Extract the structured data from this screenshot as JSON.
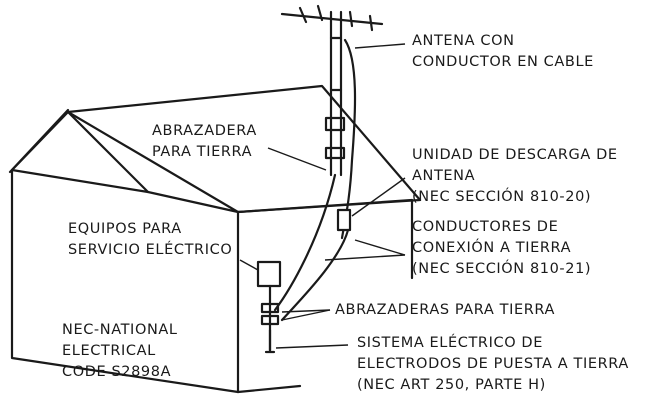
{
  "labels": {
    "antenna_lead": [
      "ANTENA CON",
      "CONDUCTOR EN CABLE"
    ],
    "ground_clamp": [
      "ABRAZADERA",
      "PARA TIERRA"
    ],
    "discharge_unit": [
      "UNIDAD DE DESCARGA DE",
      "ANTENA",
      "(NEC SECCIÓN 810-20)"
    ],
    "grounding_conductors": [
      "CONDUCTORES DE",
      "CONEXIÓN A TIERRA",
      "(NEC SECCIÓN 810-21)"
    ],
    "service_equipment": [
      "EQUIPOS PARA",
      "SERVICIO ELÉCTRICO"
    ],
    "ground_clamps": [
      "ABRAZADERAS PARA TIERRA"
    ],
    "nec_note": [
      "NEC-NATIONAL",
      "ELECTRICAL",
      "CODE S2898A"
    ],
    "electrode_system": [
      "SISTEMA ELÉCTRICO DE",
      "ELECTRODOS DE PUESTA A TIERRA",
      "(NEC ART 250, PARTE H)"
    ]
  }
}
